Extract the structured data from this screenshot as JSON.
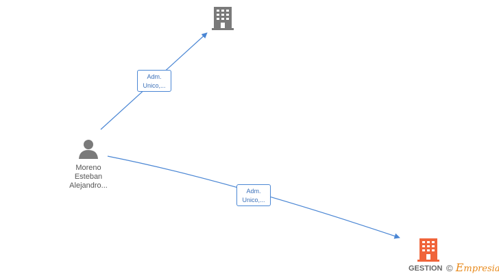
{
  "nodes": {
    "person": {
      "label_lines": [
        "Moreno",
        "Esteban",
        "Alejandro..."
      ],
      "icon": "person-icon",
      "color": "#7a7a7a"
    },
    "company_top": {
      "label": "",
      "icon": "building-icon",
      "color": "#7a7a7a"
    },
    "company_bottom": {
      "label": "GESTION",
      "icon": "building-icon",
      "color": "#f0643a"
    }
  },
  "edges": [
    {
      "from": "person",
      "to": "company_top",
      "label_lines": [
        "Adm.",
        "Unico,..."
      ]
    },
    {
      "from": "person",
      "to": "company_bottom",
      "label_lines": [
        "Adm.",
        "Unico,..."
      ]
    }
  ],
  "edge_color": "#4a86d4",
  "watermark": {
    "symbol": "©",
    "text": "mpresia",
    "initial": "E"
  }
}
